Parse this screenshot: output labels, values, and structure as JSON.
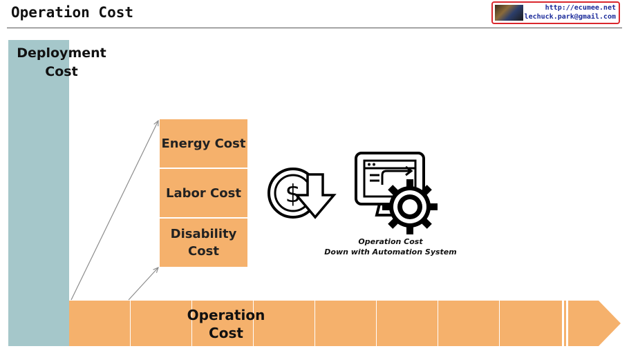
{
  "header": {
    "title": "Operation Cost",
    "badge": {
      "url": "http://ecumee.net",
      "email": "lechuck.park@gmail.com"
    }
  },
  "diagram": {
    "deployment_cost": "Deployment\nCost",
    "operation_cost": "Operation\nCost",
    "cost_items": [
      {
        "label": "Energy Cost"
      },
      {
        "label": "Labor Cost"
      },
      {
        "label": "Disability\nCost"
      }
    ],
    "automation_caption": {
      "line1": "Operation Cost",
      "line2": "Down with Automation System"
    },
    "colors": {
      "deployment_bar": "#a5c7ca",
      "operation_segments": "#f5b16c",
      "arrows": "#8c8c8c"
    },
    "icons": [
      "dollar-down-icon",
      "monitor-gear-icon"
    ]
  }
}
